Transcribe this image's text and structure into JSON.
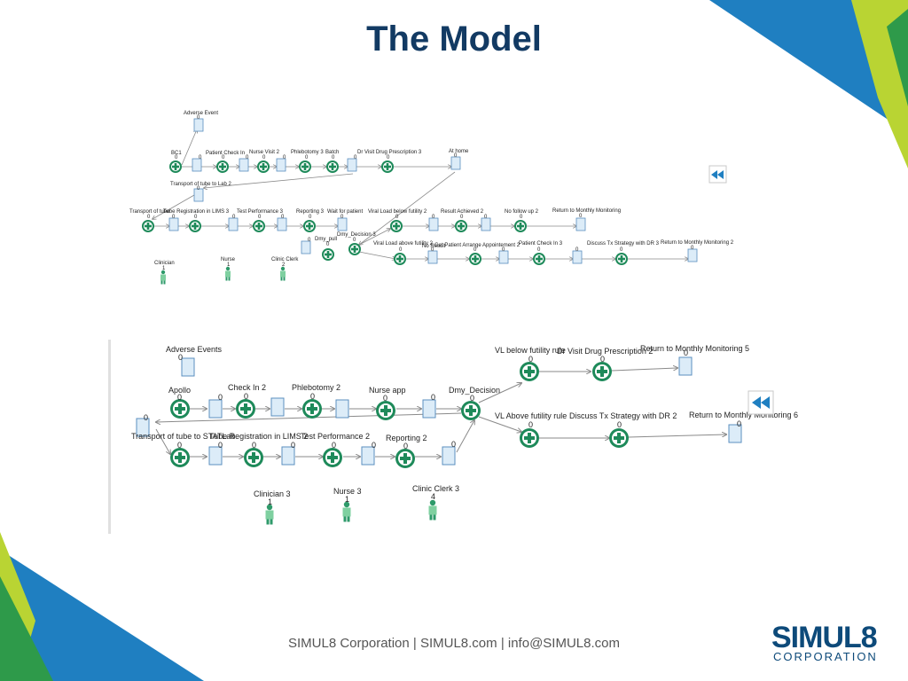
{
  "slide": {
    "title": "The Model",
    "footer": "SIMUL8 Corporation  |  SIMUL8.com  | info@SIMUL8.com",
    "logo_name": "SIMUL8",
    "logo_sub": "CORPORATION"
  },
  "colors": {
    "title": "#123a63",
    "work_center": "#1e8a5a",
    "queue": "#dcecf8",
    "arrow": "#8a8a8a",
    "logo": "#0d4a7a",
    "corner_blue": "#1f7fc1",
    "corner_green": "#2e9a4a",
    "corner_lime": "#b9d433"
  },
  "icons": {
    "back_button": "double-left-arrow-icon",
    "work_center": "plus-circle-icon",
    "queue": "storage-bin-icon",
    "resource": "person-icon"
  },
  "model_top": {
    "labels": [
      "Adverse Event",
      "BC1",
      "Patient Check In",
      "Nurse Visit 2",
      "Phlebotomy 3",
      "Batch",
      "Dr Visit Drug Prescription 3",
      "At home",
      "Transport of tube to Lab 2",
      "Transport of tube",
      "Tube Registration in LIMS 3",
      "Test Performance 3",
      "Reporting 3",
      "Wait for patient",
      "Viral Load below futility 2",
      "Result Achieved 2",
      "No follow up 2",
      "Return to Monthly Monitoring",
      "Dmy_Decision 3",
      "Dmy_pull",
      "Viral Load above futility 2",
      "No Result",
      "Get Patient Arrange Appointement 2",
      "Patient Check In 3",
      "Discuss Tx Strategy with DR 3",
      "Return to Monthly Monitoring 2",
      "Clinician",
      "Nurse",
      "Clinic Clerk"
    ],
    "counts": [
      "0",
      "1",
      "2"
    ]
  },
  "model_bottom": {
    "labels": [
      "Adverse Events",
      "Apollo",
      "Check In 2",
      "Phlebotomy 2",
      "Nurse app",
      "Dmy_Decision",
      "VL below futility rule",
      "Dr Visit Drug Prescription 2",
      "Return to Monthly Monitoring 5",
      "Transport of tube to STATLab",
      "Tube Registration in LIMS 2",
      "Test Performance 2",
      "Reporting 2",
      "VL Above futility rule",
      "Discuss Tx Strategy with DR 2",
      "Return to Monthly Monitoring 6",
      "Clinician 3",
      "Nurse 3",
      "Clinic Clerk 3"
    ],
    "counts": [
      "0",
      "1",
      "4"
    ]
  }
}
